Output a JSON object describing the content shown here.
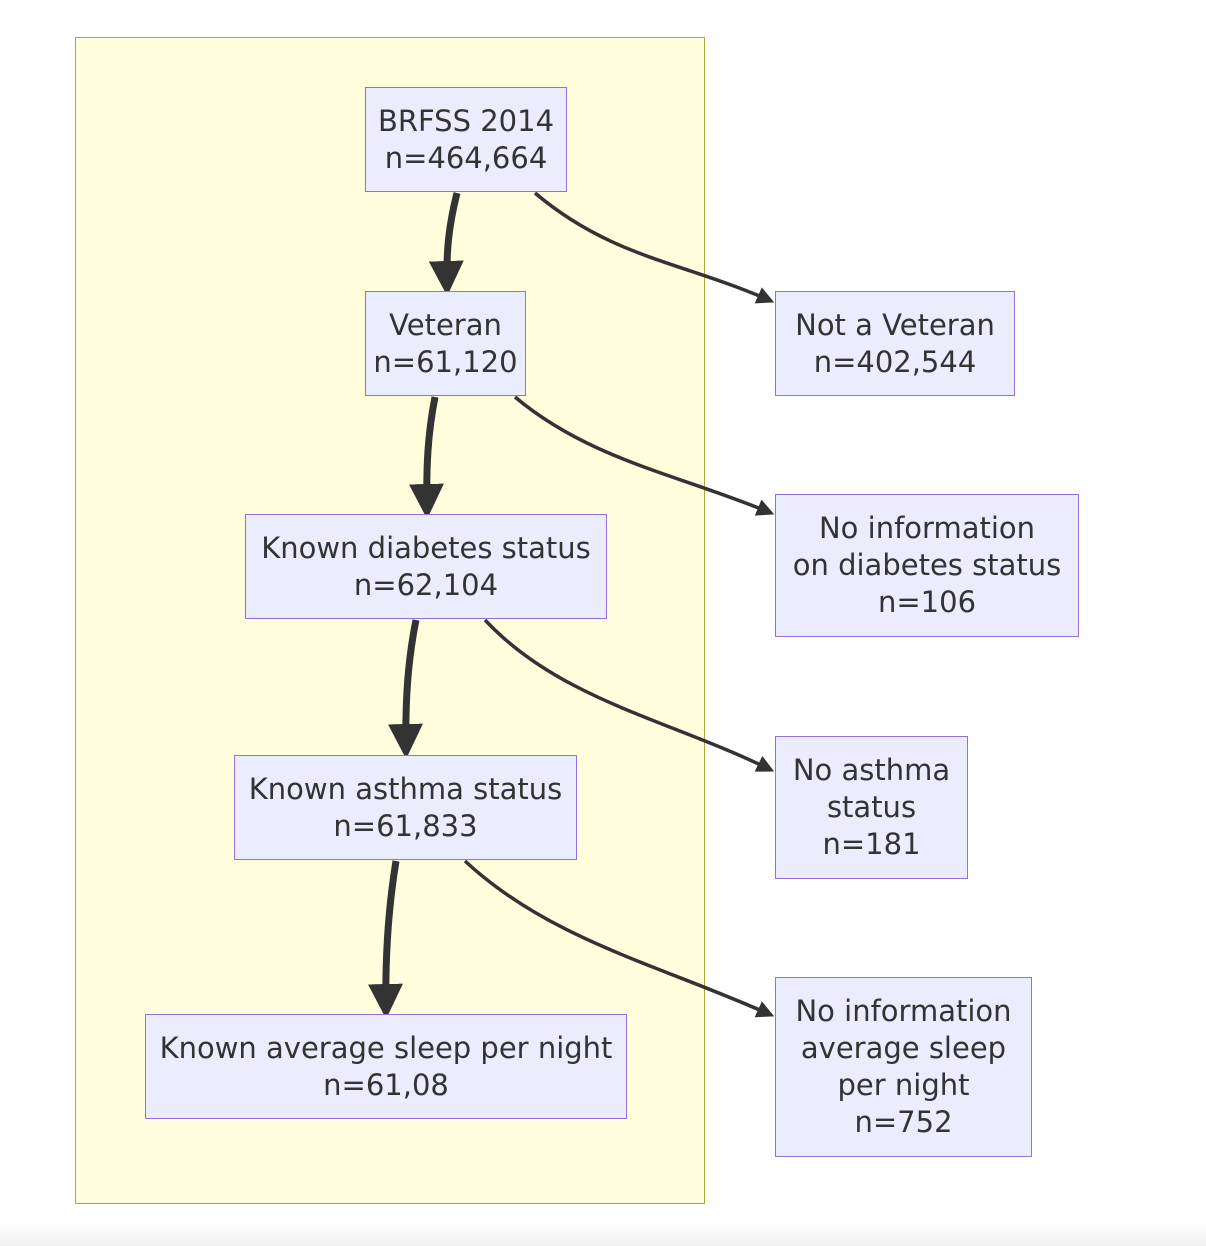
{
  "diagram": {
    "type": "flowchart",
    "colors": {
      "cluster_fill": "#ffffde",
      "cluster_stroke": "#aaaa33",
      "node_fill": "#ececff",
      "node_stroke": "#9370db",
      "edge": "#333333",
      "text": "#333333"
    },
    "nodes": {
      "brfss": {
        "lines": [
          "BRFSS 2014",
          "n=464,664"
        ]
      },
      "veteran": {
        "lines": [
          "Veteran",
          "n=61,120"
        ]
      },
      "diabetes": {
        "lines": [
          "Known diabetes status",
          "n=62,104"
        ]
      },
      "asthma": {
        "lines": [
          "Known asthma status",
          "n=61,833"
        ]
      },
      "sleep": {
        "lines": [
          "Known average sleep per night",
          "n=61,08"
        ]
      },
      "not_veteran": {
        "lines": [
          "Not a Veteran",
          "n=402,544"
        ]
      },
      "no_diabetes": {
        "lines": [
          "No information",
          "on diabetes status",
          "n=106"
        ]
      },
      "no_asthma": {
        "lines": [
          "No asthma",
          "status",
          "n=181"
        ]
      },
      "no_sleep": {
        "lines": [
          "No information",
          "average sleep",
          "per night",
          "n=752"
        ]
      }
    },
    "edges": [
      {
        "from": "brfss",
        "to": "veteran",
        "kind": "included"
      },
      {
        "from": "brfss",
        "to": "not_veteran",
        "kind": "excluded"
      },
      {
        "from": "veteran",
        "to": "diabetes",
        "kind": "included"
      },
      {
        "from": "veteran",
        "to": "no_diabetes",
        "kind": "excluded"
      },
      {
        "from": "diabetes",
        "to": "asthma",
        "kind": "included"
      },
      {
        "from": "diabetes",
        "to": "no_asthma",
        "kind": "excluded"
      },
      {
        "from": "asthma",
        "to": "sleep",
        "kind": "included"
      },
      {
        "from": "asthma",
        "to": "no_sleep",
        "kind": "excluded"
      }
    ]
  }
}
